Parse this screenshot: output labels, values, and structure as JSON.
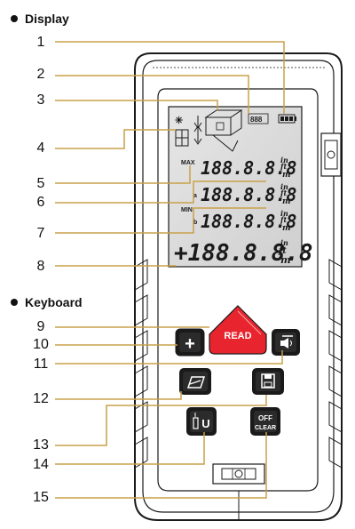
{
  "sections": {
    "display": "Display",
    "keyboard": "Keyboard"
  },
  "callouts": [
    "1",
    "2",
    "3",
    "4",
    "5",
    "6",
    "7",
    "8",
    "9",
    "10",
    "11",
    "12",
    "13",
    "14",
    "15"
  ],
  "screen": {
    "battery_counter": "888",
    "max_label": "MAX",
    "min_label": "MIN",
    "line_a_prefix": "a",
    "line_b_prefix": "b",
    "digits": "188.8.8.8",
    "big_digits": "+188.8.8.8",
    "unit_ft": "ft",
    "unit_in": "in",
    "unit_m": "m",
    "unit_small": "in"
  },
  "keys": {
    "read": "READ",
    "plus": "+",
    "unit_key": "U",
    "off_clear_1": "OFF",
    "off_clear_2": "CLEAR"
  },
  "colors": {
    "callout_line": "#c9a04a",
    "read_key": "#e8242e",
    "lcd": "#dcdcdc",
    "shell": "#ffffff",
    "outline": "#1a1a1a"
  }
}
